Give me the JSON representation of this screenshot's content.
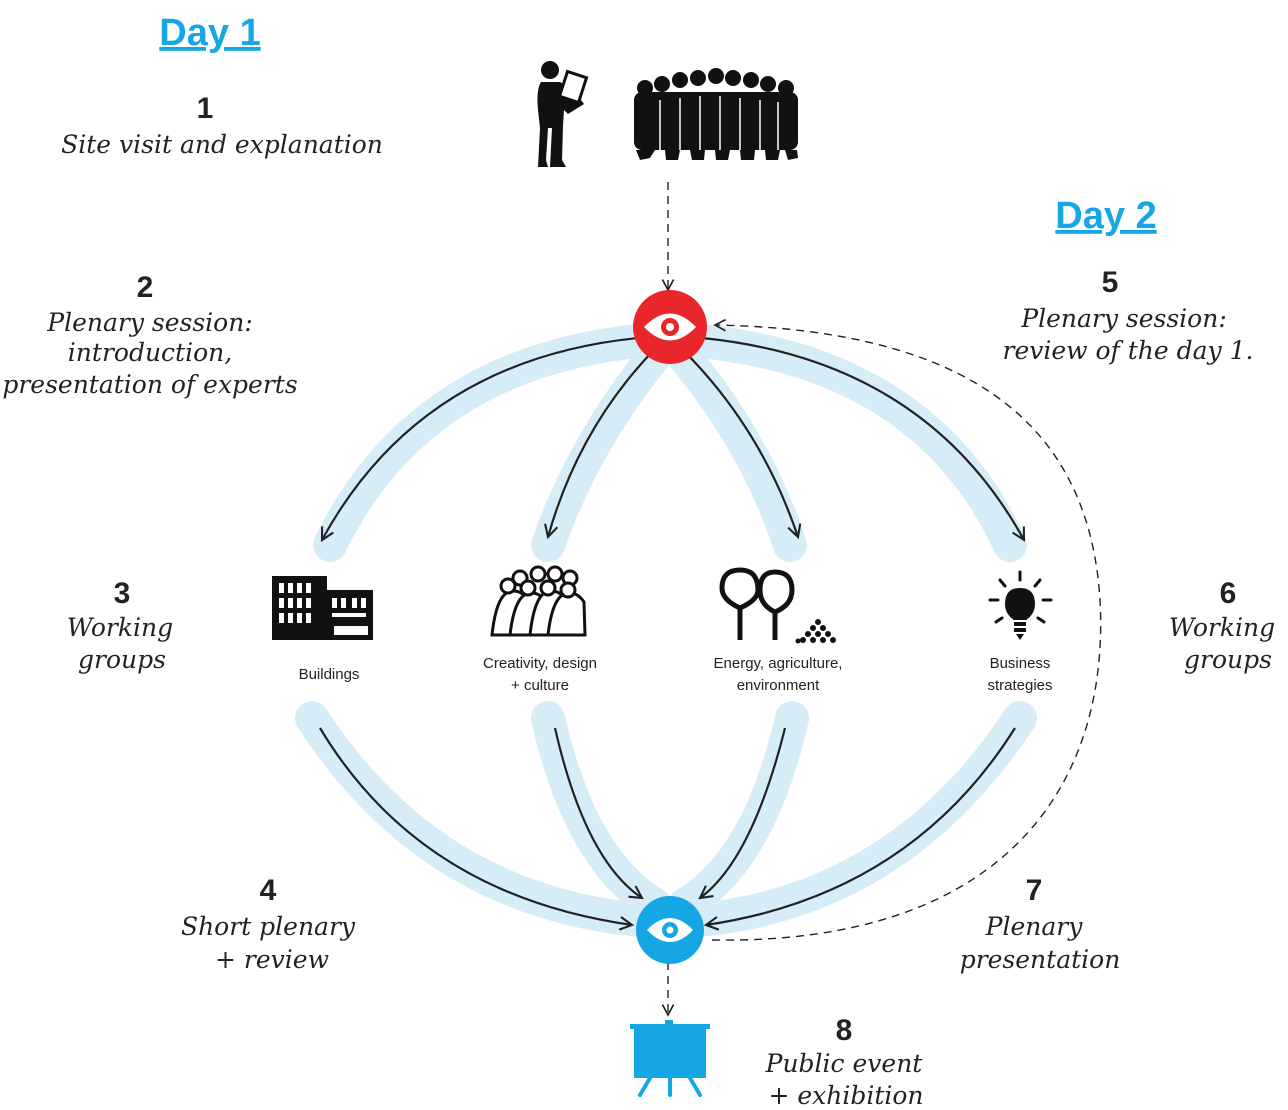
{
  "days": [
    {
      "label": "Day 1"
    },
    {
      "label": "Day 2"
    }
  ],
  "steps": [
    {
      "number": "1",
      "lines": [
        "Site visit and explanation"
      ]
    },
    {
      "number": "2",
      "lines": [
        "Plenary session:",
        "introduction,",
        "presentation of experts"
      ]
    },
    {
      "number": "3",
      "lines": [
        "Working",
        "groups"
      ]
    },
    {
      "number": "4",
      "lines": [
        "Short plenary",
        "+ review"
      ]
    },
    {
      "number": "5",
      "lines": [
        "Plenary session:",
        "review of the day 1."
      ]
    },
    {
      "number": "6",
      "lines": [
        "Working",
        "groups"
      ]
    },
    {
      "number": "7",
      "lines": [
        "Plenary",
        "presentation"
      ]
    },
    {
      "number": "8",
      "lines": [
        "Public event",
        "+ exhibition"
      ]
    }
  ],
  "groups": [
    {
      "icon": "buildings-icon",
      "lines": [
        "Buildings"
      ]
    },
    {
      "icon": "people-icon",
      "lines": [
        "Creativity, design",
        "+ culture"
      ]
    },
    {
      "icon": "trees-icon",
      "lines": [
        "Energy, agriculture,",
        "environment"
      ]
    },
    {
      "icon": "lightbulb-icon",
      "lines": [
        "Business",
        "strategies"
      ]
    }
  ],
  "nodes": {
    "top": {
      "icon": "eye-icon",
      "color": "#e8262b"
    },
    "bottom": {
      "icon": "eye-icon",
      "color": "#15a7e4"
    }
  },
  "colors": {
    "accent": "#15a7e4",
    "band": "#d6ecf6",
    "text": "#222222",
    "red": "#e8262b"
  }
}
